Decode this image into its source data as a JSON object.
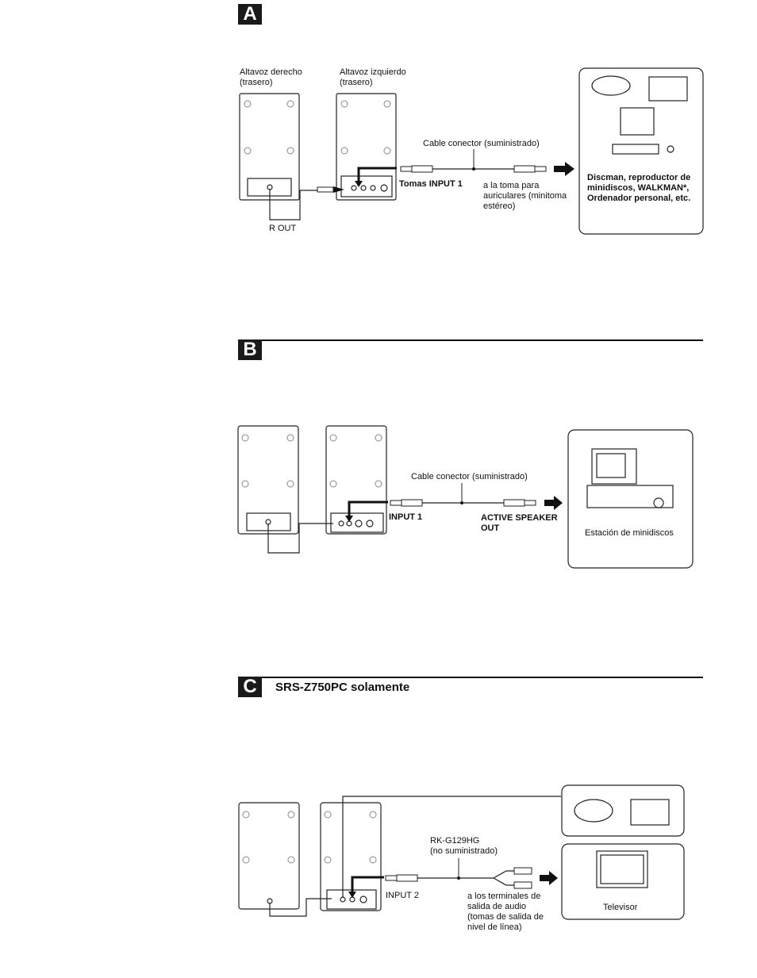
{
  "sectionA": {
    "badge": "A",
    "right_speaker": "Altavoz derecho\n(trasero)",
    "left_speaker": "Altavoz izquierdo\n(trasero)",
    "cable": "Cable conector (suministrado)",
    "inputs": "Tomas INPUT 1",
    "headphone": "a la toma para\nauriculares (minitoma\nestéreo)",
    "sources": "Discman, reproductor de\nminidiscos, WALKMAN*,\nOrdenador personal, etc.",
    "rout": "R OUT"
  },
  "sectionB": {
    "badge": "B",
    "cable": "Cable conector (suministrado)",
    "input": "INPUT 1",
    "active_out": "ACTIVE SPEAKER\nOUT",
    "station": "Estación de minidiscos"
  },
  "sectionC": {
    "badge": "C",
    "title": "SRS-Z750PC solamente",
    "cable": "RK-G129HG\n(no suministrado)",
    "input": "INPUT 2",
    "terminals": "a los terminales de\nsalida de audio\n(tomas de salida de\nnivel de línea)",
    "tv": "Televisor"
  }
}
